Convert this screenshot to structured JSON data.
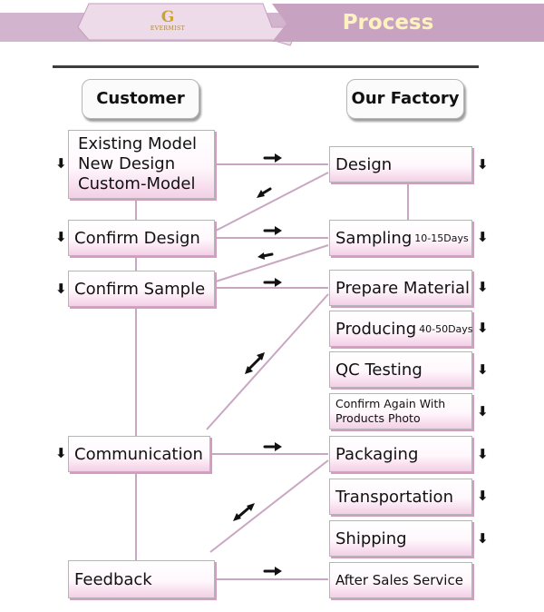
{
  "banner": {
    "logo_letter": "G",
    "logo_brand": "EVERMIST",
    "title": "Process",
    "colors": {
      "banner_fill": "#d3b4ce",
      "tab_fill": "#eedbe9",
      "title_color": "#fff2bf",
      "logo_gold": "#c9a336"
    }
  },
  "headers": {
    "customer": "Customer",
    "factory": "Our Factory"
  },
  "customer": {
    "start_lines": [
      "Existing Model",
      "New Design",
      "Custom-Model"
    ],
    "confirm_design": "Confirm Design",
    "confirm_sample": "Confirm Sample",
    "communication": "Communication",
    "feedback": "Feedback"
  },
  "factory": {
    "design": "Design",
    "sampling": "Sampling",
    "sampling_days": "10-15Days",
    "prepare_material": "Prepare Material",
    "producing": "Producing",
    "producing_days": "40-50Days",
    "qc_testing": "QC Testing",
    "confirm_again_lines": [
      "Confirm Again With",
      "Products Photo"
    ],
    "packaging": "Packaging",
    "transportation": "Transportation",
    "shipping": "Shipping",
    "after_sales": "After Sales Service"
  },
  "glyphs": {
    "down_arrow": "⬇",
    "right_arrow": "➡",
    "left_arrow": "⬅",
    "double_arrow": "⤢"
  }
}
